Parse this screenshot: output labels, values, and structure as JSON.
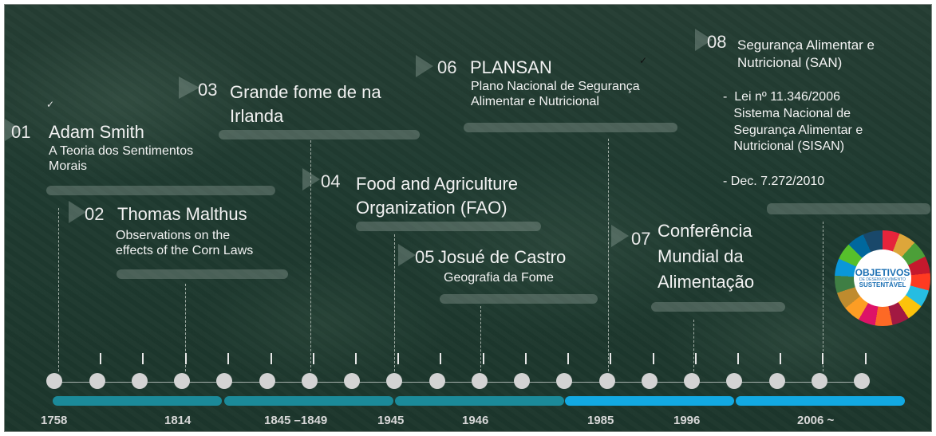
{
  "colors": {
    "background": "#1f3a30",
    "segment_dark": "#1b8a99",
    "segment_bright": "#12a9e2",
    "dot": "#d3d3d3",
    "text": "#f2f2f2"
  },
  "events": [
    {
      "number": "01",
      "title": "Adam Smith",
      "subtitle": "A Teoria dos Sentimentos\nMorais"
    },
    {
      "number": "02",
      "title": "Thomas Malthus",
      "subtitle": "Observations on the\neffects of the Corn Laws"
    },
    {
      "number": "03",
      "title": "Grande fome de na\nIrlanda"
    },
    {
      "number": "04",
      "title": "Food and Agriculture\nOrganization (FAO)"
    },
    {
      "number": "05",
      "title": "Josué de Castro",
      "subtitle": "Geografia da Fome"
    },
    {
      "number": "06",
      "title": "PLANSAN",
      "subtitle": "Plano Nacional de Segurança\nAlimentar e Nutricional"
    },
    {
      "number": "07",
      "title": "Conferência\nMundial da\nAlimentação"
    },
    {
      "number": "08",
      "title": "Segurança Alimentar e\nNutricional (SAN)",
      "details": [
        "-  Lei nº 11.346/2006\n   Sistema Nacional de\n   Segurança Alimentar e\n   Nutricional (SISAN)",
        "- Dec. 7.272/2010"
      ]
    }
  ],
  "years": [
    "1758",
    "1814",
    "1845 –1849",
    "1945",
    "1946",
    "1985",
    "1996",
    "2006 ~"
  ],
  "sdg_logo": {
    "line1": "OBJETIVOS",
    "line2": "DE DESENVOLVIMENTO",
    "line3": "SUSTENTÁVEL"
  }
}
